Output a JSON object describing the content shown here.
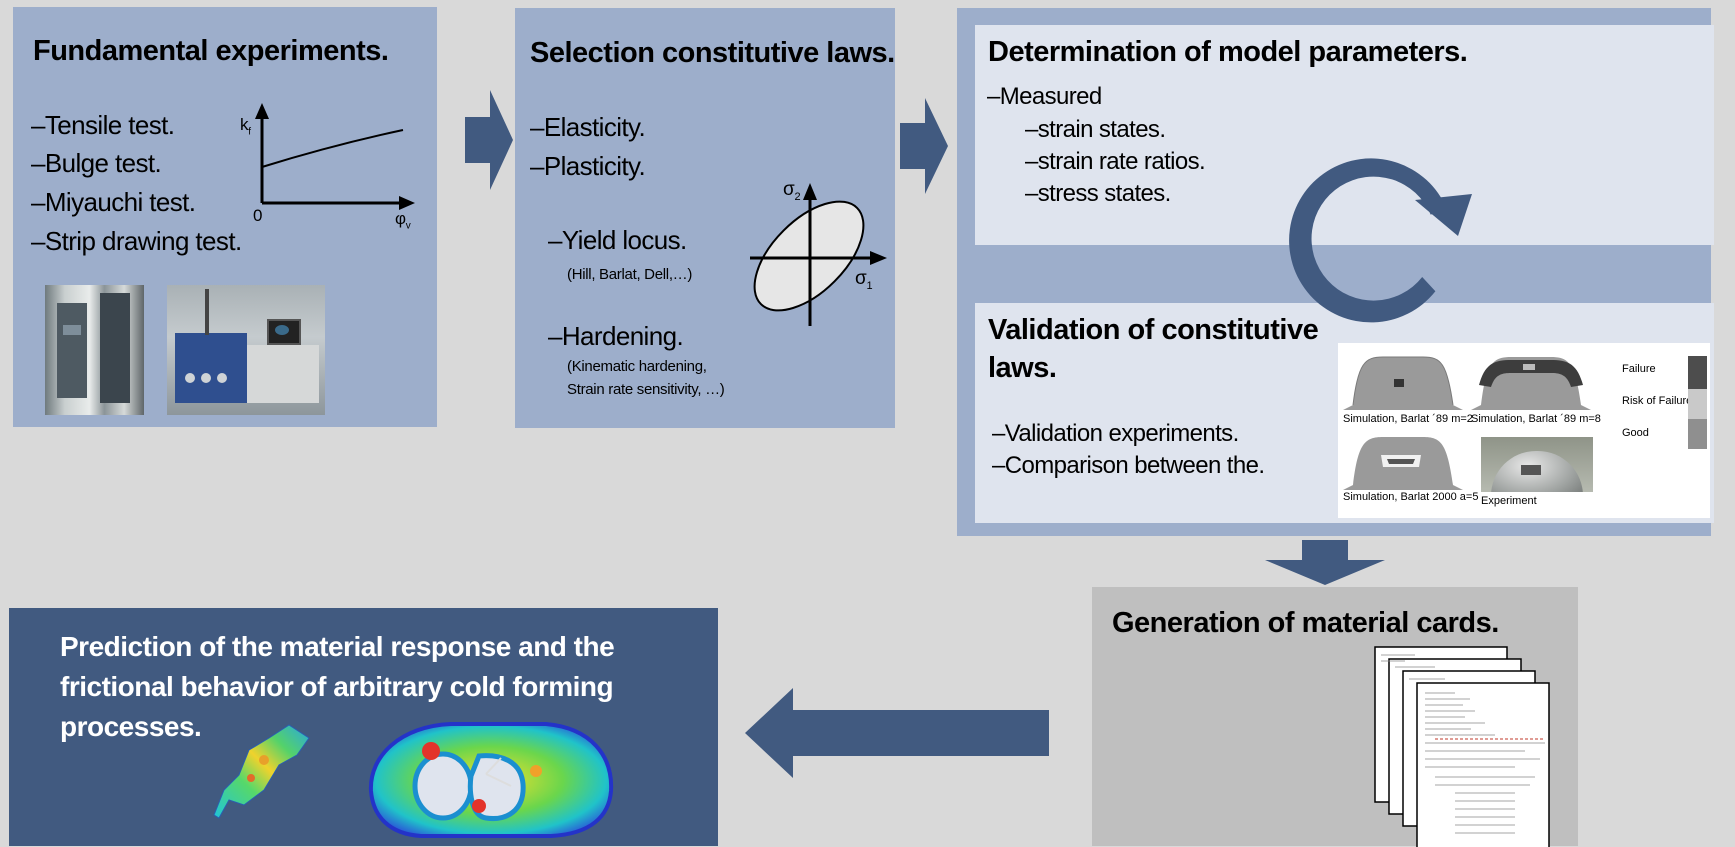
{
  "box1": {
    "title": "Fundamental experiments.",
    "items": [
      "Tensile test.",
      "Bulge test.",
      "Miyauchi  test.",
      "Strip drawing test."
    ],
    "graph": {
      "y_label": "k",
      "y_sub": "f",
      "origin": "0",
      "x_label": "φ",
      "x_sub": "v"
    }
  },
  "box2": {
    "title": "Selection constitutive laws.",
    "items": [
      "Elasticity.",
      "Plasticity."
    ],
    "yield_locus": "Yield locus.",
    "yield_note": "(Hill, Barlat, Dell,…)",
    "hardening": "Hardening.",
    "hardening_note1": "(Kinematic hardening,",
    "hardening_note2": "Strain rate sensitivity, …)",
    "graph": {
      "y_label": "σ",
      "y_sub": "2",
      "x_label": "σ",
      "x_sub": "1"
    }
  },
  "box3": {
    "title": "Determination of model parameters.",
    "measured": "Measured",
    "subitems": [
      "strain states.",
      "strain rate ratios.",
      "stress states."
    ]
  },
  "box4": {
    "title_line1": "Validation of constitutive",
    "title_line2": "laws.",
    "items": [
      "Validation experiments.",
      "Comparison between the."
    ],
    "captions": [
      "Simulation, Barlat ´89 m=2",
      "Simulation, Barlat ´89 m=8",
      "Simulation, Barlat 2000 a=5",
      "Experiment"
    ],
    "legend": [
      "Failure",
      "Risk of Failure",
      "Good"
    ],
    "legend_colors": [
      "#4d4d4d",
      "#c9c9c9",
      "#8f8f8f"
    ]
  },
  "box5": {
    "title": "Generation of material cards."
  },
  "box6": {
    "lines": [
      "Prediction of the material response and the",
      "frictional behavior of arbitrary cold forming",
      "processes."
    ]
  },
  "colors": {
    "light": "#9daecb",
    "pale": "#dfe4ee",
    "dark": "#415a80",
    "grey": "#bfbfbf",
    "background": "#d9d9d9"
  }
}
